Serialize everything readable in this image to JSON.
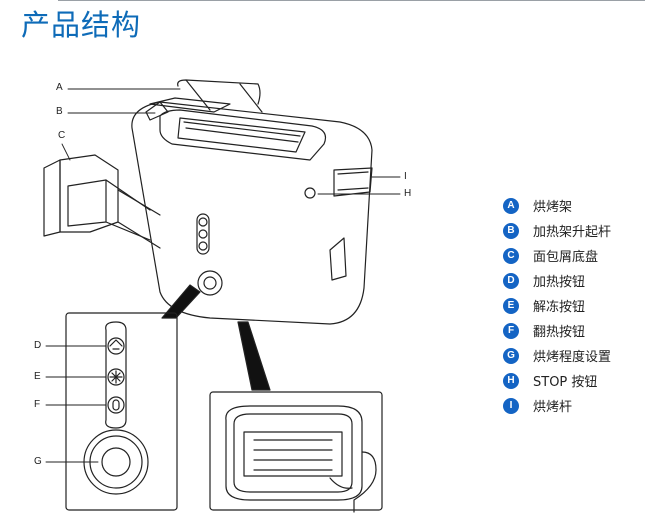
{
  "page": {
    "title": "产品结构"
  },
  "colors": {
    "accent": "#1464c4",
    "title": "#0e6bb8",
    "line": "#222222"
  },
  "callouts": {
    "toaster": [
      "A",
      "B",
      "C",
      "I",
      "H"
    ],
    "control_panel": [
      "D",
      "E",
      "F",
      "G"
    ]
  },
  "legend": [
    {
      "letter": "A",
      "label": "烘烤架"
    },
    {
      "letter": "B",
      "label": "加热架升起杆"
    },
    {
      "letter": "C",
      "label": "面包屑底盘"
    },
    {
      "letter": "D",
      "label": "加热按钮"
    },
    {
      "letter": "E",
      "label": "解冻按钮"
    },
    {
      "letter": "F",
      "label": "翻热按钮"
    },
    {
      "letter": "G",
      "label": "烘烤程度设置"
    },
    {
      "letter": "H",
      "label": "STOP 按钮"
    },
    {
      "letter": "I",
      "label": "烘烤杆"
    }
  ]
}
